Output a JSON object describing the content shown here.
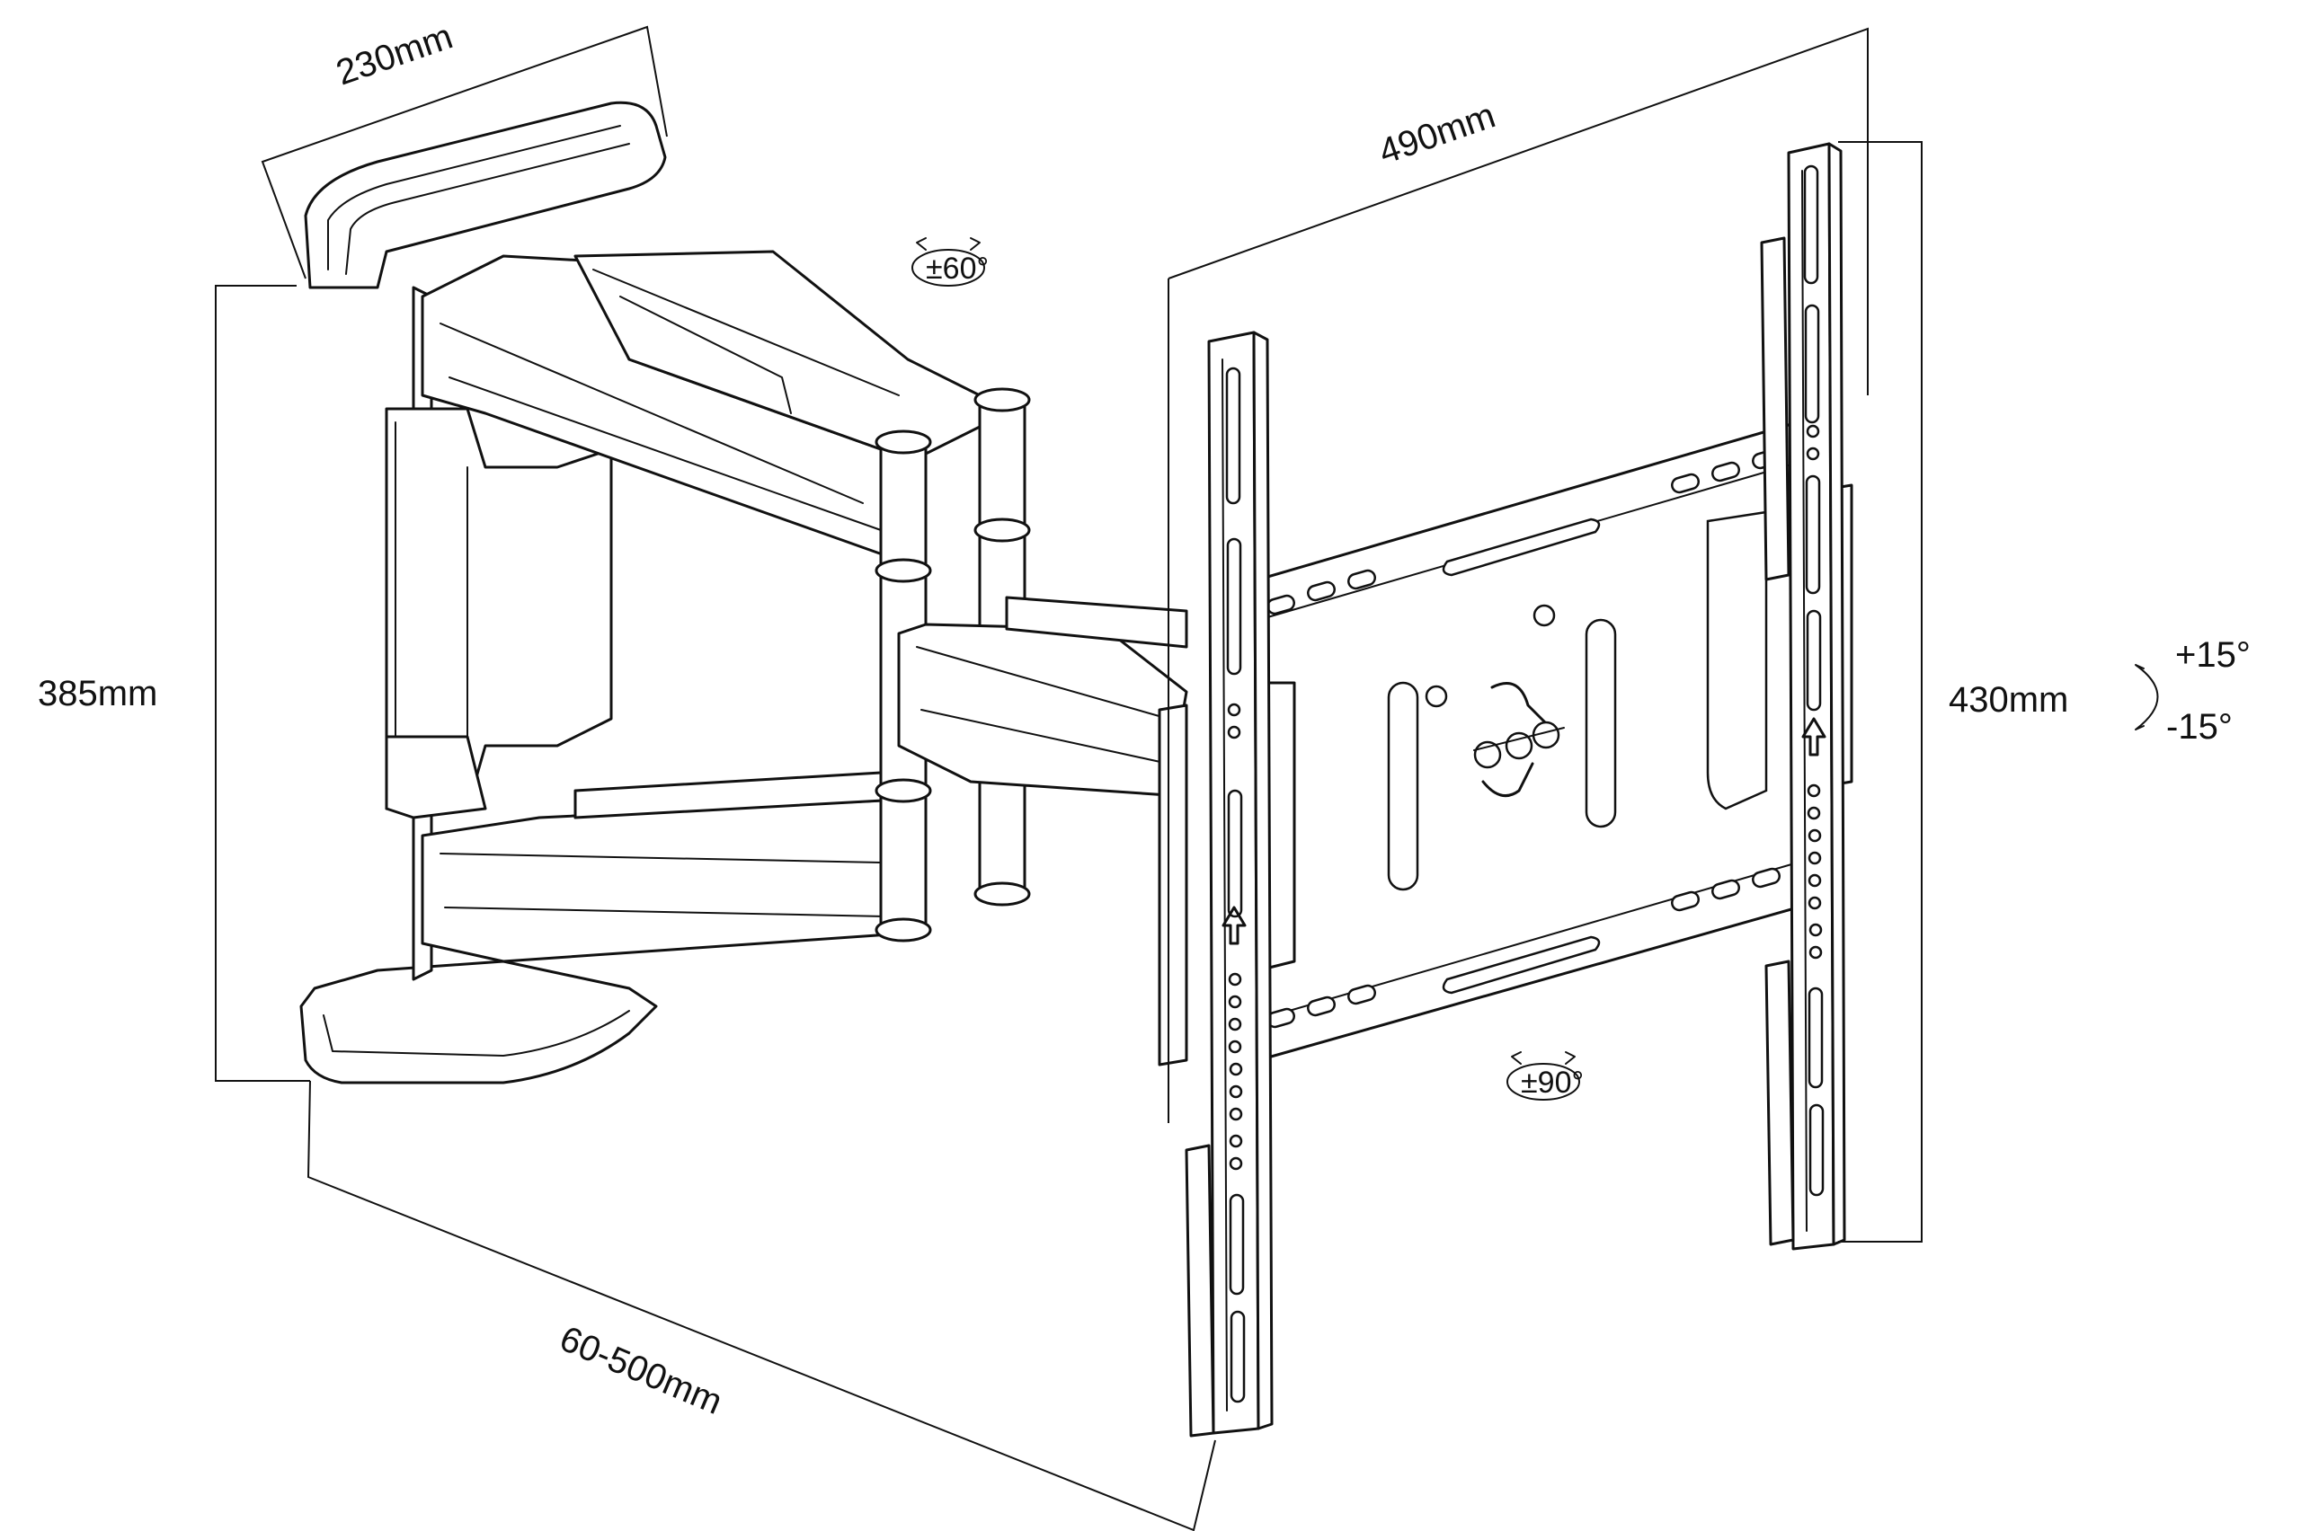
{
  "labels": {
    "arm_mount_width": "230mm",
    "plate_width": "490mm",
    "arm_height": "385mm",
    "plate_height": "430mm",
    "extension": "60-500mm",
    "swivel": "±60°",
    "rotation": "±90°",
    "tilt_up": "+15°",
    "tilt_down": "-15°"
  }
}
